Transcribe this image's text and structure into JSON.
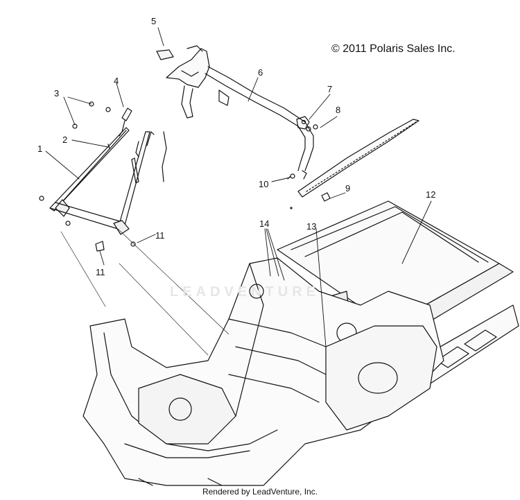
{
  "copyright": "© 2011 Polaris Sales Inc.",
  "footer": "Rendered by LeadVenture, Inc.",
  "watermark": "LEADVENTURE",
  "callouts": {
    "c1": "1",
    "c2": "2",
    "c3": "3",
    "c4": "4",
    "c5": "5",
    "c6": "6",
    "c7": "7",
    "c8": "8",
    "c9": "9",
    "c10": "10",
    "c11a": "11",
    "c11b": "11",
    "c12": "12",
    "c13": "13",
    "c14": "14"
  }
}
